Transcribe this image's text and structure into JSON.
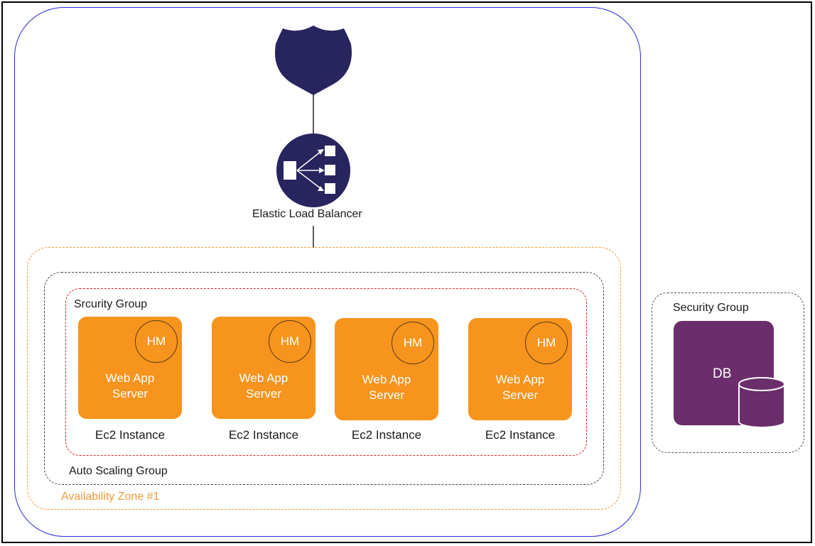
{
  "elb": {
    "label": "Elastic Load Balancer"
  },
  "availability_zone": {
    "label": "Availability Zone #1"
  },
  "auto_scaling_group": {
    "label": "Auto Scaling Group"
  },
  "security_group_app": {
    "label": "Srcurity Group"
  },
  "security_group_db": {
    "label": "Security Group"
  },
  "servers": [
    {
      "badge": "HM",
      "line1": "Web App",
      "line2": "Server",
      "caption": "Ec2 Instance"
    },
    {
      "badge": "HM",
      "line1": "Web App",
      "line2": "Server",
      "caption": "Ec2 Instance"
    },
    {
      "badge": "HM",
      "line1": "Web App",
      "line2": "Server",
      "caption": "Ec2 Instance"
    },
    {
      "badge": "HM",
      "line1": "Web App",
      "line2": "Server",
      "caption": "Ec2 Instance"
    }
  ],
  "db": {
    "label": "DB"
  },
  "icons": [
    "route-shield-icon",
    "load-balancer-icon",
    "database-cylinder-icon"
  ],
  "colors": {
    "region_border": "#2a2ad8",
    "availability_zone": "#f39b3d",
    "security_group_app": "#e0202e",
    "server_fill": "#f7941d",
    "db_fill": "#6b2d6b",
    "navy_icon": "#27245e"
  }
}
